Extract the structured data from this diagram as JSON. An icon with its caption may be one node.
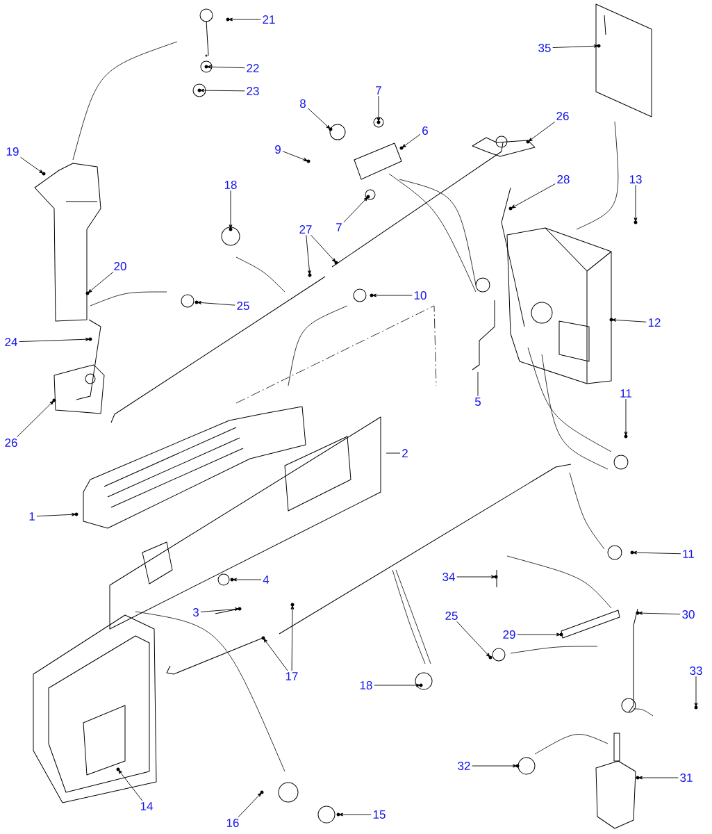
{
  "diagram": {
    "nodes": [
      {
        "text": [
          "21"
        ]
      },
      {
        "text": [
          "22"
        ]
      },
      {
        "text": [
          "23"
        ]
      },
      {
        "text": [
          "35"
        ]
      },
      {
        "text": [
          "7"
        ]
      },
      {
        "text": [
          "8"
        ]
      },
      {
        "text": [
          "6"
        ]
      },
      {
        "text": [
          "26"
        ]
      },
      {
        "text": [
          "9"
        ]
      },
      {
        "text": [
          "19"
        ]
      },
      {
        "text": [
          "18"
        ]
      },
      {
        "text": [
          "28"
        ]
      },
      {
        "text": [
          "13"
        ]
      },
      {
        "text": [
          "7"
        ]
      },
      {
        "text": [
          "27"
        ]
      },
      {
        "text": [
          "20"
        ]
      },
      {
        "text": [
          "25"
        ]
      },
      {
        "text": [
          "10"
        ]
      },
      {
        "text": [
          "12"
        ]
      },
      {
        "text": [
          "24"
        ]
      },
      {
        "text": [
          "5"
        ]
      },
      {
        "text": [
          "11"
        ]
      },
      {
        "text": [
          "26"
        ]
      },
      {
        "text": [
          "2"
        ]
      },
      {
        "text": [
          "1"
        ]
      },
      {
        "text": [
          "11"
        ]
      },
      {
        "text": [
          "34"
        ]
      },
      {
        "text": [
          "4"
        ]
      },
      {
        "text": [
          "3"
        ]
      },
      {
        "text": [
          "30"
        ]
      },
      {
        "text": [
          "29"
        ]
      },
      {
        "text": [
          "25"
        ]
      },
      {
        "text": [
          "33"
        ]
      },
      {
        "text": [
          "17"
        ]
      },
      {
        "text": [
          "18"
        ]
      },
      {
        "text": [
          "32"
        ]
      },
      {
        "text": [
          "31"
        ]
      },
      {
        "text": [
          "14"
        ]
      },
      {
        "text": [
          "16"
        ]
      },
      {
        "text": [
          "15"
        ]
      }
    ],
    "edges": [
      {
        "from": 0,
        "to": null,
        "arrow": "to"
      },
      {
        "from": 1,
        "to": null,
        "arrow": "to"
      },
      {
        "from": 2,
        "to": null,
        "arrow": "to"
      },
      {
        "from": 3,
        "to": null,
        "arrow": "to"
      },
      {
        "from": 4,
        "to": null,
        "arrow": "to"
      },
      {
        "from": 5,
        "to": null,
        "arrow": "to"
      },
      {
        "from": 6,
        "to": null,
        "arrow": "to"
      },
      {
        "from": 7,
        "to": null,
        "arrow": "to"
      },
      {
        "from": 8,
        "to": null,
        "arrow": "to"
      },
      {
        "from": 9,
        "to": null,
        "arrow": "to"
      },
      {
        "from": 10,
        "to": null,
        "arrow": "to"
      },
      {
        "from": 11,
        "to": null,
        "arrow": "to"
      },
      {
        "from": 12,
        "to": null,
        "arrow": "to"
      },
      {
        "from": 13,
        "to": null,
        "arrow": "to"
      },
      {
        "from": 14,
        "to": null,
        "arrow": "to"
      },
      {
        "from": 14,
        "to": null,
        "arrow": "to"
      },
      {
        "from": 15,
        "to": null,
        "arrow": "to"
      },
      {
        "from": 16,
        "to": null,
        "arrow": "to"
      },
      {
        "from": 17,
        "to": null,
        "arrow": "to"
      },
      {
        "from": 18,
        "to": null,
        "arrow": "to"
      },
      {
        "from": 19,
        "to": null,
        "arrow": "to"
      },
      {
        "from": 20,
        "to": null,
        "arrow": "none"
      },
      {
        "from": 21,
        "to": null,
        "arrow": "to"
      },
      {
        "from": 22,
        "to": null,
        "arrow": "to"
      },
      {
        "from": 23,
        "to": null,
        "arrow": "none"
      },
      {
        "from": 24,
        "to": null,
        "arrow": "to"
      },
      {
        "from": 25,
        "to": null,
        "arrow": "to"
      },
      {
        "from": 26,
        "to": null,
        "arrow": "to"
      },
      {
        "from": 27,
        "to": null,
        "arrow": "to"
      },
      {
        "from": 28,
        "to": null,
        "arrow": "to"
      },
      {
        "from": 29,
        "to": null,
        "arrow": "to"
      },
      {
        "from": 30,
        "to": null,
        "arrow": "to"
      },
      {
        "from": 31,
        "to": null,
        "arrow": "to"
      },
      {
        "from": 32,
        "to": null,
        "arrow": "to"
      },
      {
        "from": 33,
        "to": null,
        "arrow": "to"
      },
      {
        "from": 33,
        "to": null,
        "arrow": "to"
      },
      {
        "from": 34,
        "to": null,
        "arrow": "to"
      },
      {
        "from": 35,
        "to": null,
        "arrow": "to"
      },
      {
        "from": 36,
        "to": null,
        "arrow": "to"
      },
      {
        "from": 37,
        "to": null,
        "arrow": "to"
      },
      {
        "from": 38,
        "to": null,
        "arrow": "to"
      },
      {
        "from": 39,
        "to": null,
        "arrow": "to"
      }
    ]
  }
}
